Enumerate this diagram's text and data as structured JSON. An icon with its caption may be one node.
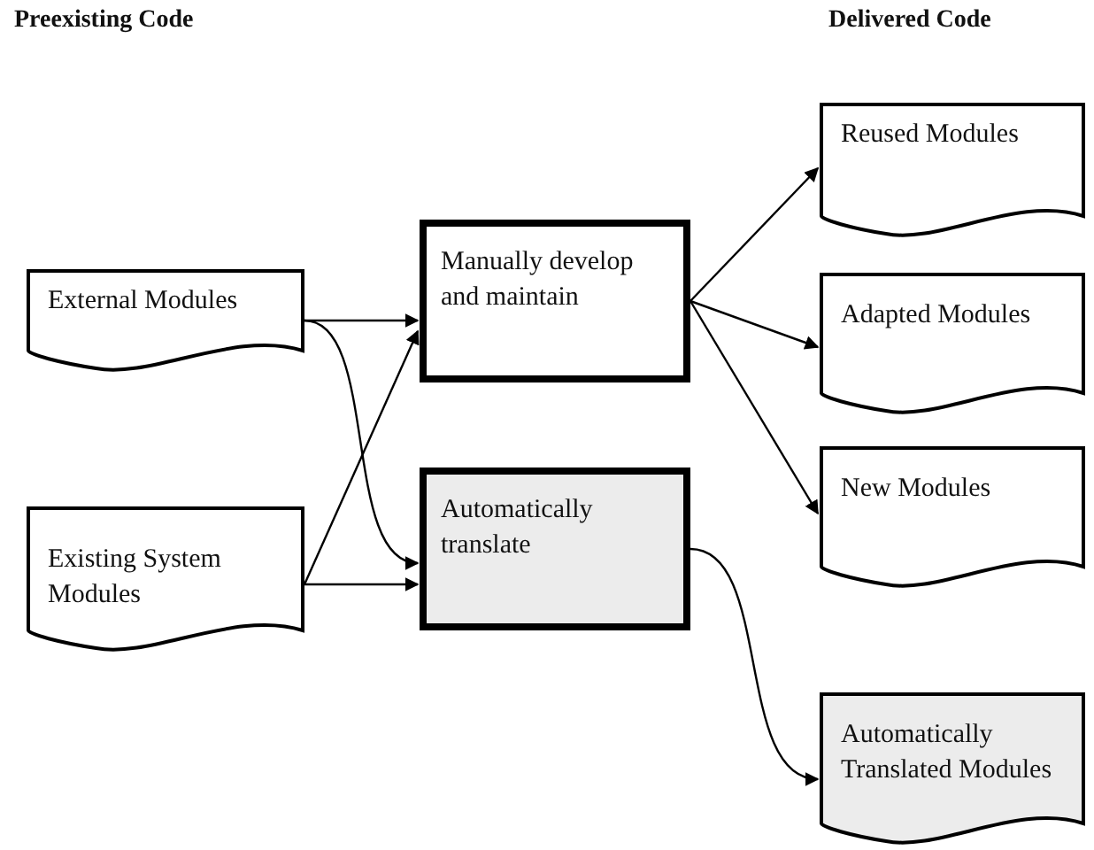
{
  "diagram": {
    "nodes": [
      {
        "text": [
          "External Modules"
        ]
      },
      {
        "text": [
          "Existing System Modules"
        ]
      },
      {
        "text": [
          "Manually develop and maintain"
        ]
      },
      {
        "text": [
          "Automatically translate"
        ]
      },
      {
        "text": [
          "Reused Modules"
        ]
      },
      {
        "text": [
          "Adapted Modules"
        ]
      },
      {
        "text": [
          "New Modules"
        ]
      },
      {
        "text": [
          "Automatically Translated Modules"
        ]
      }
    ],
    "edges": [
      {
        "from": 0,
        "to": 2,
        "arrow": "to"
      },
      {
        "from": 0,
        "to": 3,
        "arrow": "to"
      },
      {
        "from": 1,
        "to": 2,
        "arrow": "to"
      },
      {
        "from": 1,
        "to": 3,
        "arrow": "to"
      },
      {
        "from": 2,
        "to": 4,
        "arrow": "to"
      },
      {
        "from": 2,
        "to": 5,
        "arrow": "to"
      },
      {
        "from": 2,
        "to": 6,
        "arrow": "to"
      },
      {
        "from": 3,
        "to": 7,
        "arrow": "to"
      }
    ],
    "labels": [
      "Preexisting Code",
      "Delivered Code"
    ]
  }
}
